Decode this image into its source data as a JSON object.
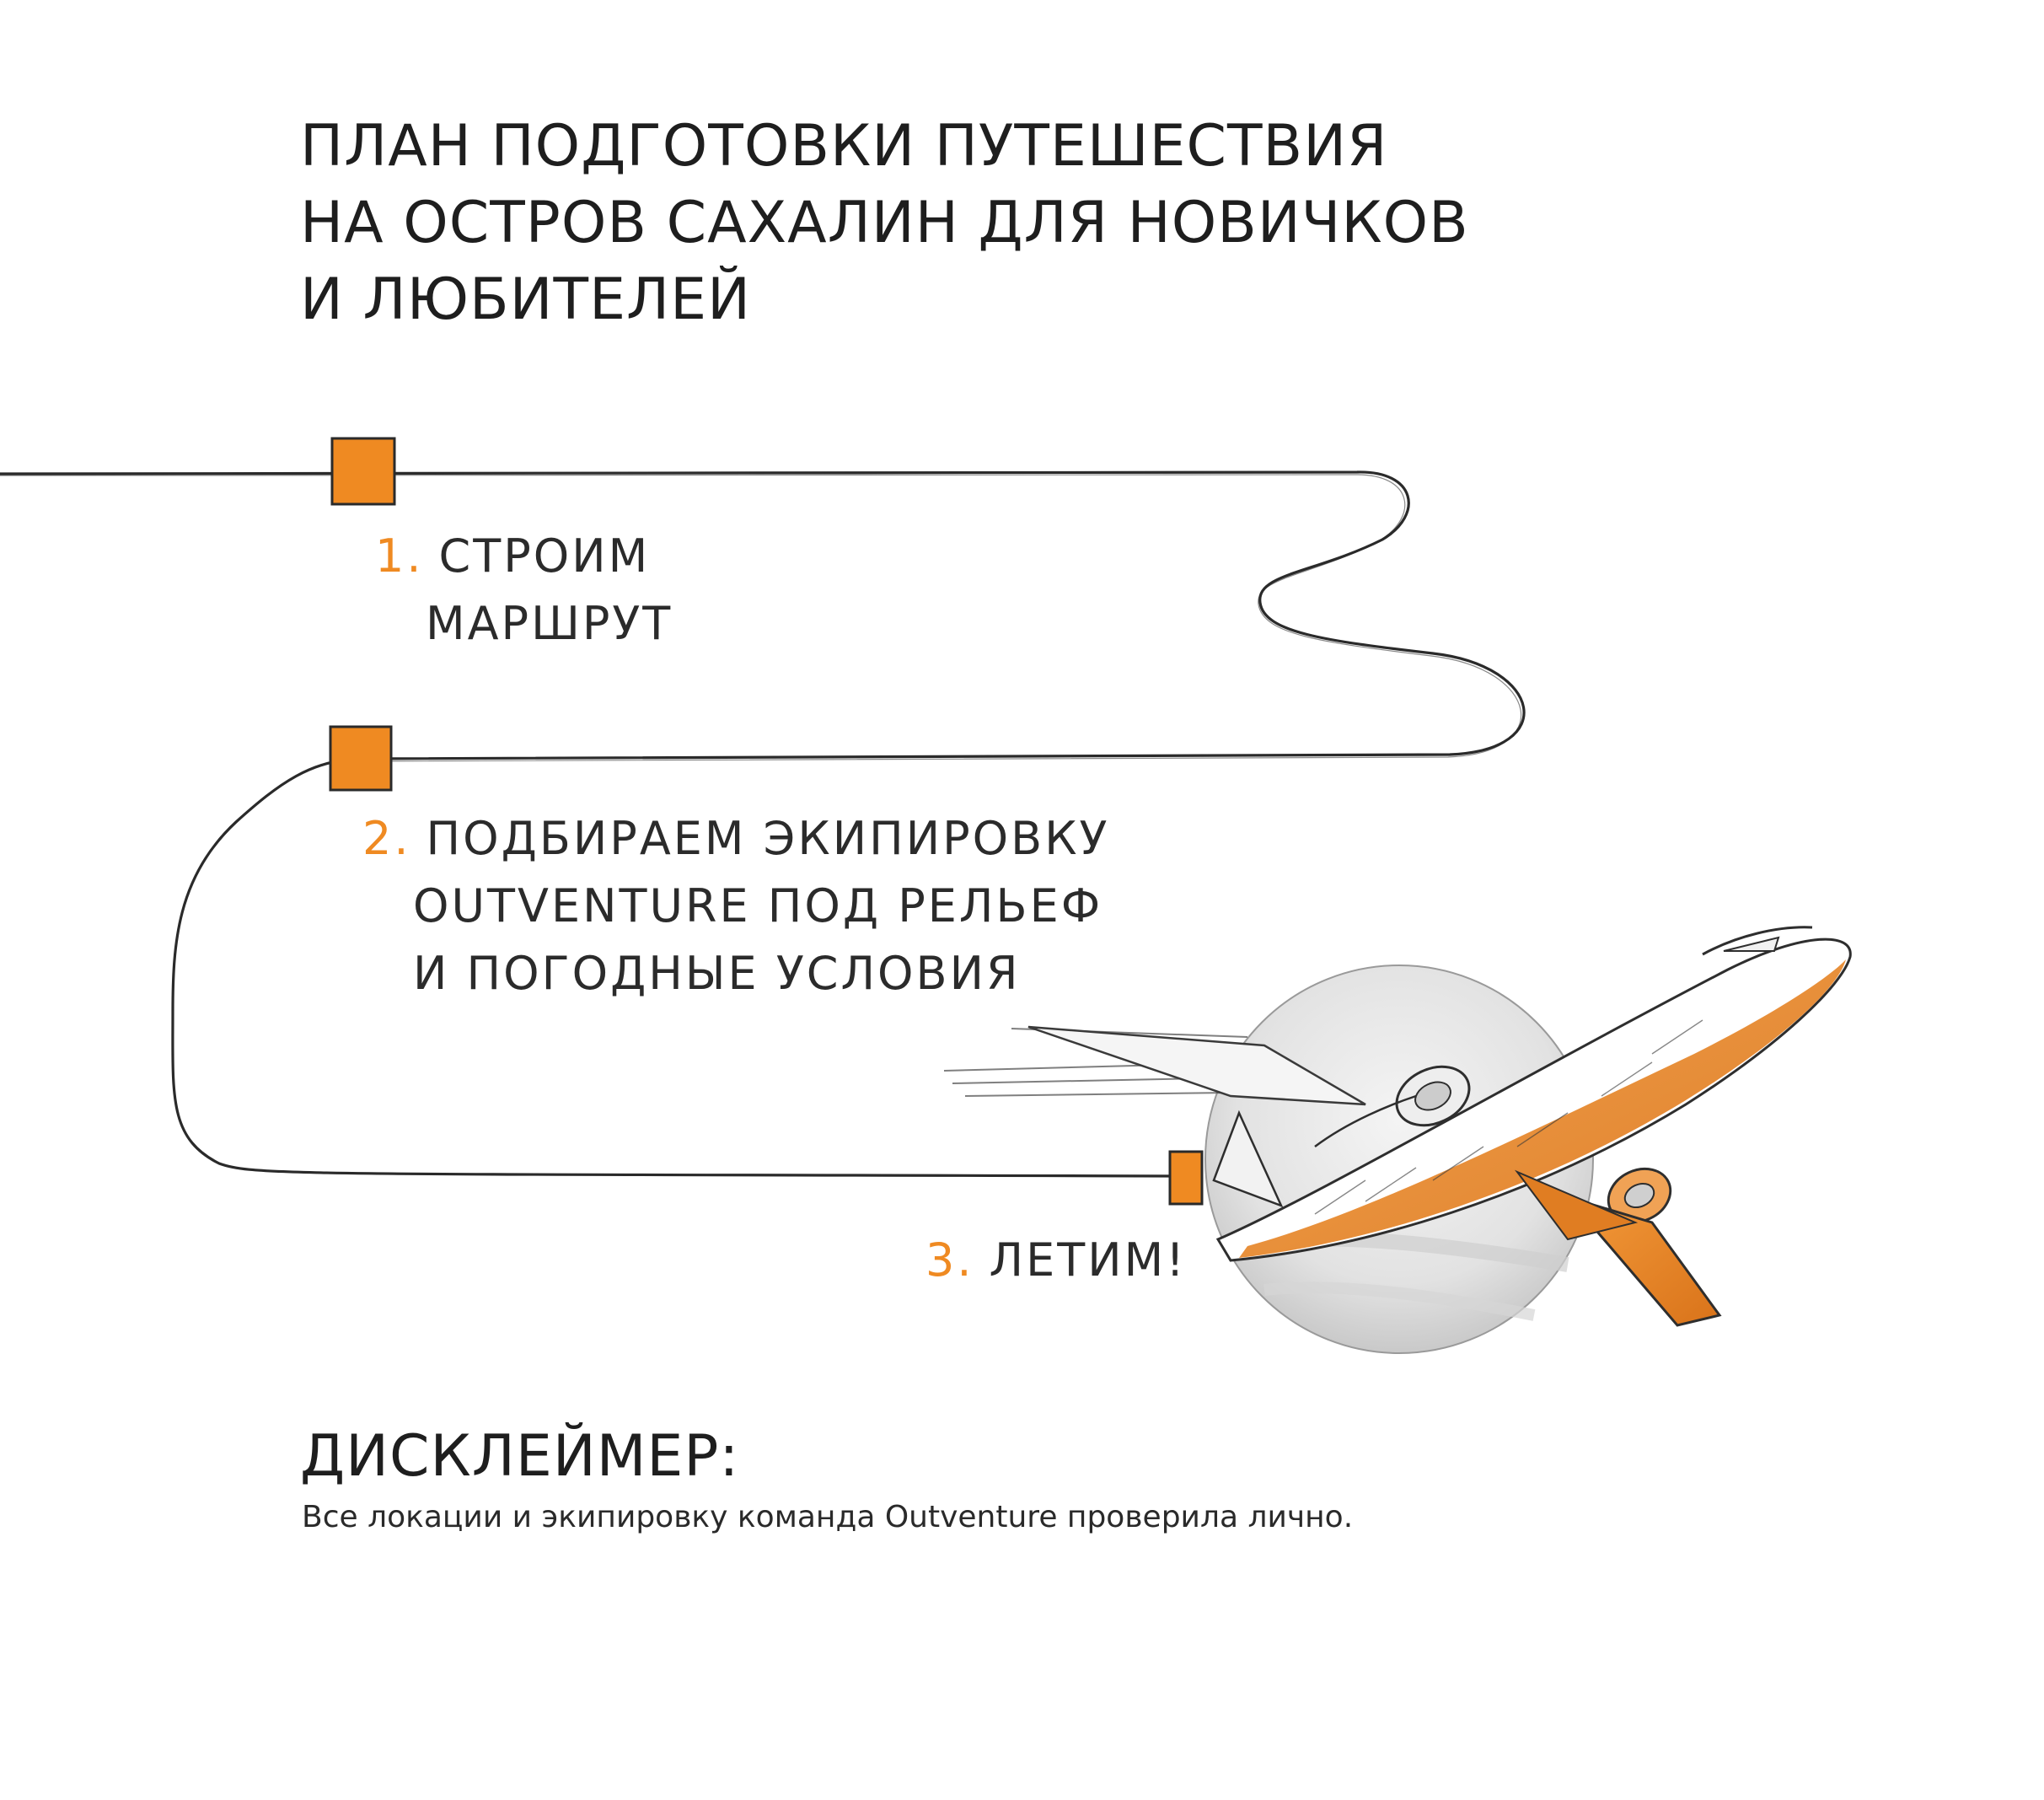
{
  "title_lines": [
    "ПЛАН ПОДГОТОВКИ ПУТЕШЕСТВИЯ",
    "НА ОСТРОВ САХАЛИН ДЛЯ НОВИЧКОВ",
    "И ЛЮБИТЕЛЕЙ"
  ],
  "steps": [
    {
      "number": "1.",
      "lines": [
        "СТРОИМ",
        "МАРШРУТ"
      ]
    },
    {
      "number": "2.",
      "lines": [
        "ПОДБИРАЕМ ЭКИПИРОВКУ",
        "OUTVENTURE ПОД РЕЛЬЕФ",
        "И ПОГОДНЫЕ УСЛОВИЯ"
      ]
    },
    {
      "number": "3.",
      "lines": [
        "ЛЕТИМ!"
      ]
    }
  ],
  "disclaimer": {
    "title": "ДИСКЛЕЙМЕР:",
    "text": "Все локации и экипировку команда Outventure проверила лично."
  },
  "colors": {
    "accent": "#ef8a22",
    "line": "#2a2a2a",
    "text": "#1e1e1e"
  },
  "icons": {
    "illustration": "airplane-sketch"
  }
}
